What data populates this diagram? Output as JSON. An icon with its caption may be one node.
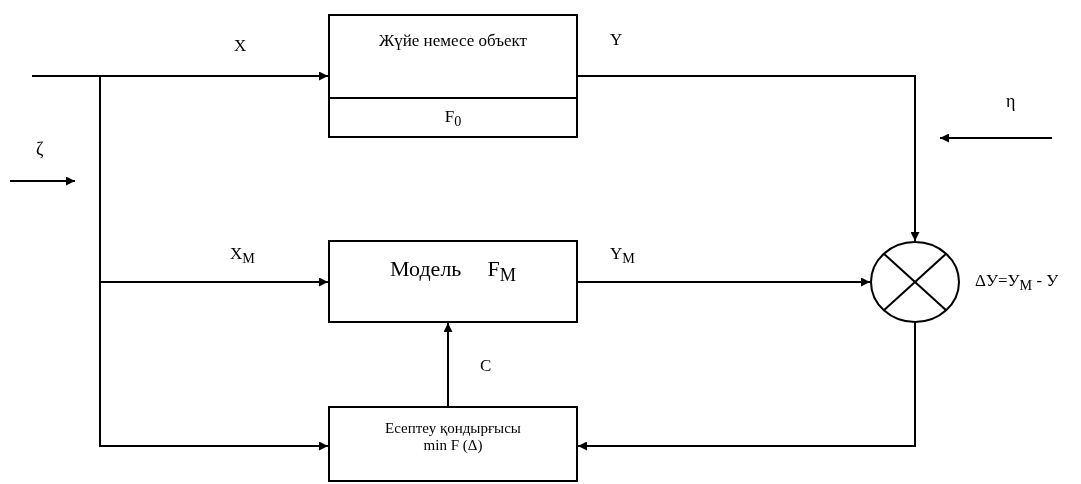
{
  "diagram": {
    "nodes": [
      {
        "text": [
          "Жүйе немесе объект",
          "F$_{0}$"
        ]
      },
      {
        "text": [
          "Модель",
          "F$_{M}$"
        ]
      },
      {
        "text": [
          "Есептеу қондырғысы min F (Δ)"
        ]
      },
      {
        "text": [],
        "shape": "circle",
        "beside": [
          "ΔУ=У$_{M}$ - У"
        ]
      }
    ],
    "edges": [
      {
        "from": null,
        "to": 0,
        "arrow": "to",
        "label": "X"
      },
      {
        "from": null,
        "to": 1,
        "arrow": "to",
        "label": "X$_{M}$"
      },
      {
        "from": null,
        "to": 2,
        "arrow": "to"
      },
      {
        "from": 0,
        "to": 3,
        "arrow": "to",
        "label": "Y"
      },
      {
        "from": 1,
        "to": 3,
        "arrow": "to",
        "label": "Y$_{M}$"
      },
      {
        "from": 3,
        "to": 2,
        "arrow": "to"
      },
      {
        "from": 2,
        "to": 1,
        "arrow": "to",
        "label": "C"
      }
    ],
    "labels": [
      "ζ",
      "η"
    ]
  }
}
